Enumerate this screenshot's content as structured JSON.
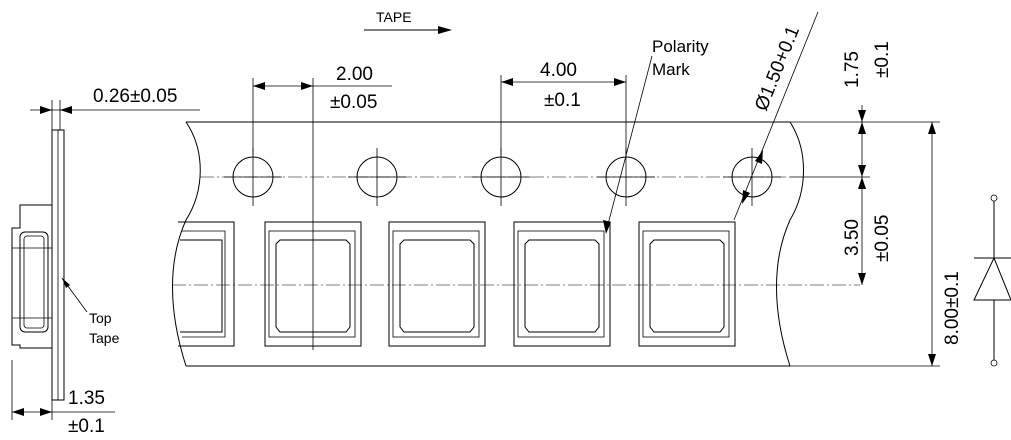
{
  "labels": {
    "tape_direction": "TAPE",
    "top_tape_line1": "Top",
    "top_tape_line2": "Tape",
    "polarity_line1": "Polarity",
    "polarity_line2": "Mark"
  },
  "dimensions": {
    "cover_thickness": "0.26±0.05",
    "pocket_depth_value": "1.35",
    "pocket_depth_tol": "±0.1",
    "hole_to_pocket_value": "2.00",
    "hole_to_pocket_tol": "±0.05",
    "hole_pitch_value": "4.00",
    "hole_pitch_tol": "±0.1",
    "hole_diameter_symbol": "Ø",
    "hole_diameter": "1.50+0.1",
    "edge_to_hole_value": "1.75",
    "edge_to_hole_tol": "±0.1",
    "hole_to_center_value": "3.50",
    "hole_to_center_tol": "±0.05",
    "tape_width": "8.00±0.1"
  }
}
